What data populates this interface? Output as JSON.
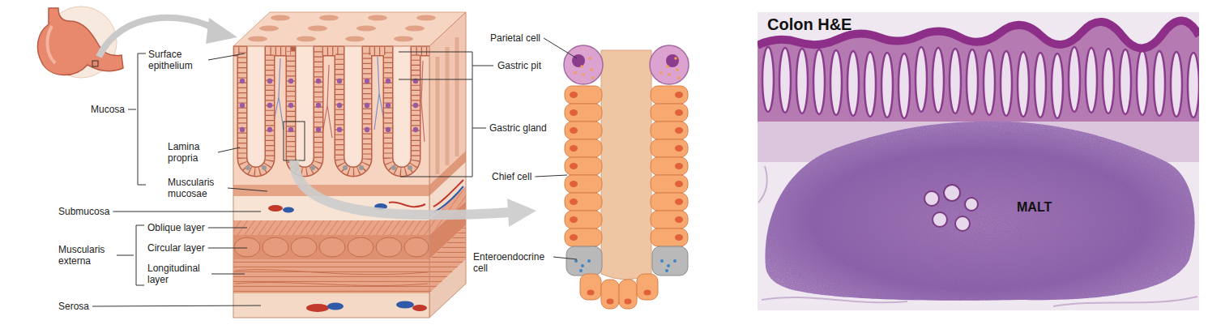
{
  "diagram": {
    "labels": [
      "Surface epithelium",
      "Mucosa",
      "Lamina propria",
      "Muscularis mucosae",
      "Submucosa",
      "Oblique layer",
      "Circular layer",
      "Muscularis externa",
      "Longitudinal layer",
      "Serosa",
      "Parietal cell",
      "Gastric pit",
      "Gastric gland",
      "Chief cell",
      "Enteroendocrine cell",
      "Colon H&E",
      "MALT"
    ]
  }
}
